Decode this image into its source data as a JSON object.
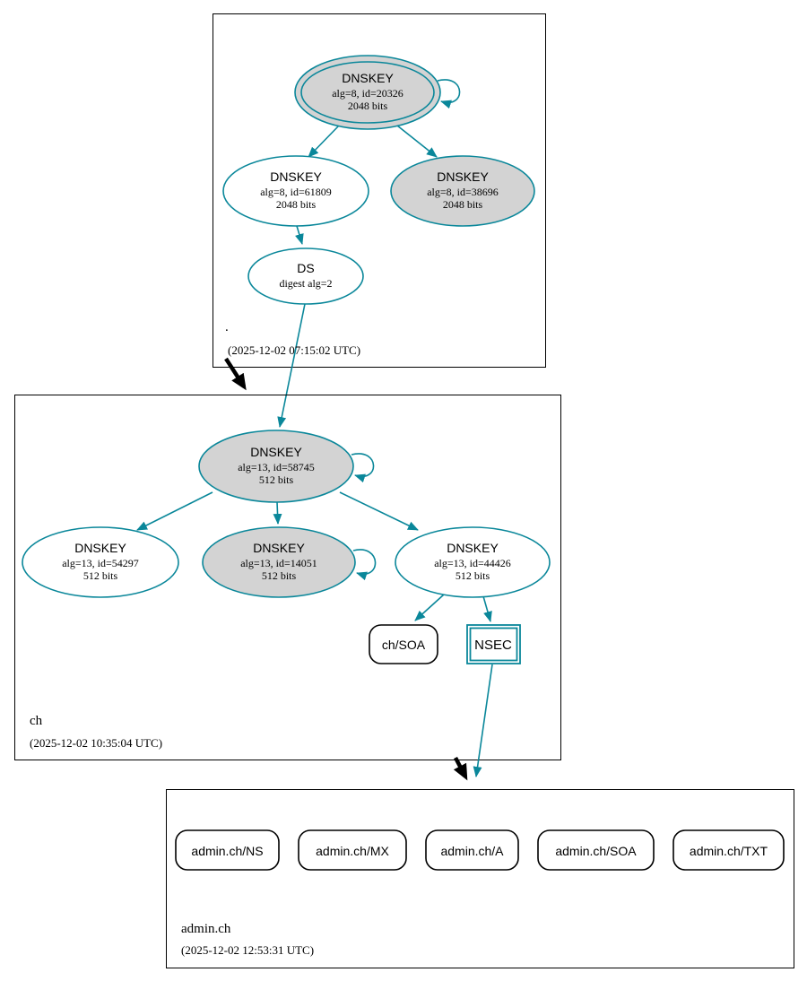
{
  "zones": {
    "root": {
      "name": ".",
      "timestamp": "(2025-12-02 07:15:02 UTC)",
      "ksk": {
        "title": "DNSKEY",
        "detail": "alg=8, id=20326",
        "bits": "2048 bits"
      },
      "zsk": {
        "title": "DNSKEY",
        "detail": "alg=8, id=61809",
        "bits": "2048 bits"
      },
      "key38696": {
        "title": "DNSKEY",
        "detail": "alg=8, id=38696",
        "bits": "2048 bits"
      },
      "ds": {
        "title": "DS",
        "detail": "digest alg=2"
      }
    },
    "ch": {
      "name": "ch",
      "timestamp": "(2025-12-02 10:35:04 UTC)",
      "ksk": {
        "title": "DNSKEY",
        "detail": "alg=13, id=58745",
        "bits": "512 bits"
      },
      "key54297": {
        "title": "DNSKEY",
        "detail": "alg=13, id=54297",
        "bits": "512 bits"
      },
      "key14051": {
        "title": "DNSKEY",
        "detail": "alg=13, id=14051",
        "bits": "512 bits"
      },
      "key44426": {
        "title": "DNSKEY",
        "detail": "alg=13, id=44426",
        "bits": "512 bits"
      },
      "soa": {
        "label": "ch/SOA"
      },
      "nsec": {
        "label": "NSEC"
      }
    },
    "admin": {
      "name": "admin.ch",
      "timestamp": "(2025-12-02 12:53:31 UTC)",
      "records": [
        {
          "label": "admin.ch/NS"
        },
        {
          "label": "admin.ch/MX"
        },
        {
          "label": "admin.ch/A"
        },
        {
          "label": "admin.ch/SOA"
        },
        {
          "label": "admin.ch/TXT"
        }
      ]
    }
  },
  "colors": {
    "secure_teal": "#0a879a",
    "key_fill_gray": "#d3d3d3",
    "node_fill_white": "#ffffff",
    "delegation_black": "#000000"
  }
}
